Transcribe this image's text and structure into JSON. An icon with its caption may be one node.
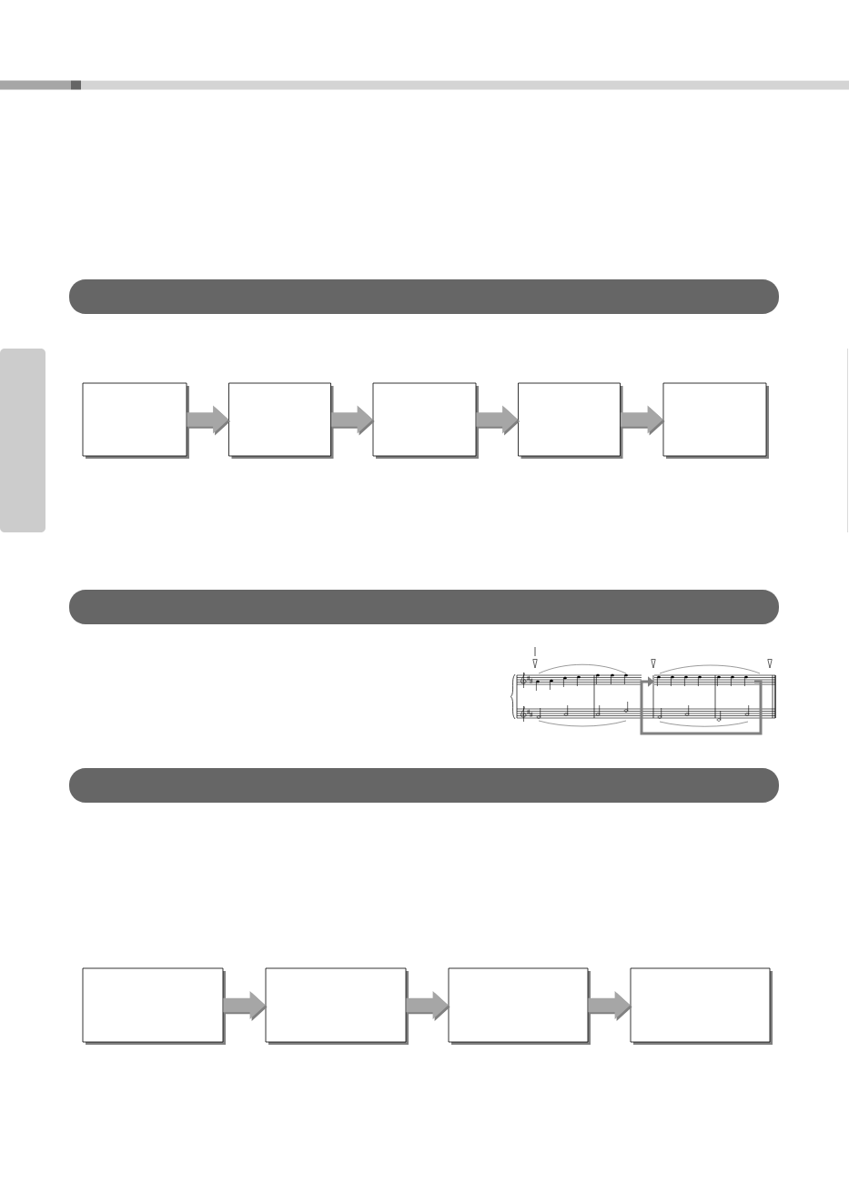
{
  "diagram": {
    "nodes": [
      {
        "text": [],
        "shape": "bar"
      },
      {
        "text": [],
        "shape": "bar"
      },
      {
        "text": [],
        "shape": "box"
      },
      {
        "text": [],
        "shape": "box"
      },
      {
        "text": [],
        "shape": "box"
      },
      {
        "text": [],
        "shape": "box"
      },
      {
        "text": [],
        "shape": "box"
      },
      {
        "text": [],
        "shape": "bar"
      },
      {
        "text": [],
        "shape": "bar"
      },
      {
        "text": [],
        "shape": "box"
      },
      {
        "text": [],
        "shape": "box"
      },
      {
        "text": [],
        "shape": "box"
      },
      {
        "text": [],
        "shape": "box"
      }
    ],
    "edges": [
      {
        "from": 2,
        "to": 3,
        "arrow": "to"
      },
      {
        "from": 3,
        "to": 4,
        "arrow": "to"
      },
      {
        "from": 4,
        "to": 5,
        "arrow": "to"
      },
      {
        "from": 5,
        "to": 6,
        "arrow": "to"
      },
      {
        "from": 9,
        "to": 10,
        "arrow": "to"
      },
      {
        "from": 10,
        "to": 11,
        "arrow": "to"
      },
      {
        "from": 11,
        "to": 12,
        "arrow": "to"
      }
    ]
  }
}
